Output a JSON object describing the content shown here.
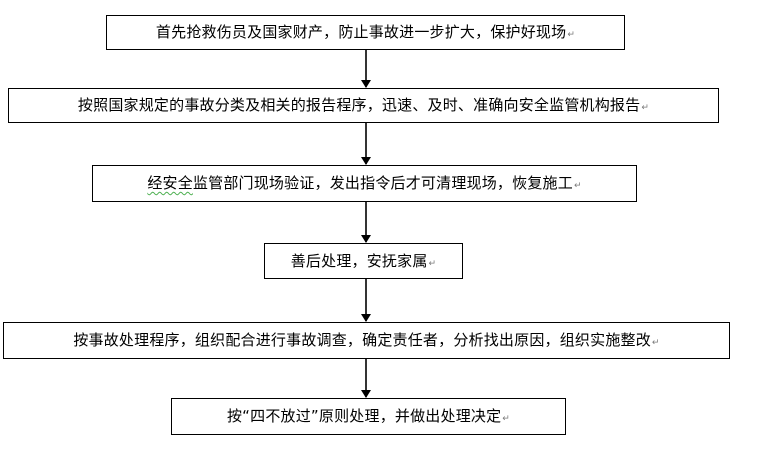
{
  "flowchart": {
    "steps": [
      {
        "id": "n1",
        "text": "首先抢救伤员及国家财产，防止事故进一步扩大，保护好现场"
      },
      {
        "id": "n2",
        "text": "按照国家规定的事故分类及相关的报告程序，迅速、及时、准确向安全监管机构报告"
      },
      {
        "id": "n3",
        "prefix": "经安全",
        "text": "监管部门现场验证，发出指令后才可清理现场，恢复施工"
      },
      {
        "id": "n4",
        "text": "善后处理，安抚家属"
      },
      {
        "id": "n5",
        "text": "按事故处理程序，组织配合进行事故调查，确定责任者，分析找出原因，组织实施整改"
      },
      {
        "id": "n6",
        "text": "按“四不放过”原则处理，并做出处理决定"
      }
    ],
    "paragraph_mark": "↵",
    "line_color": "#000000",
    "spellcheck_color": "#4caf50"
  }
}
